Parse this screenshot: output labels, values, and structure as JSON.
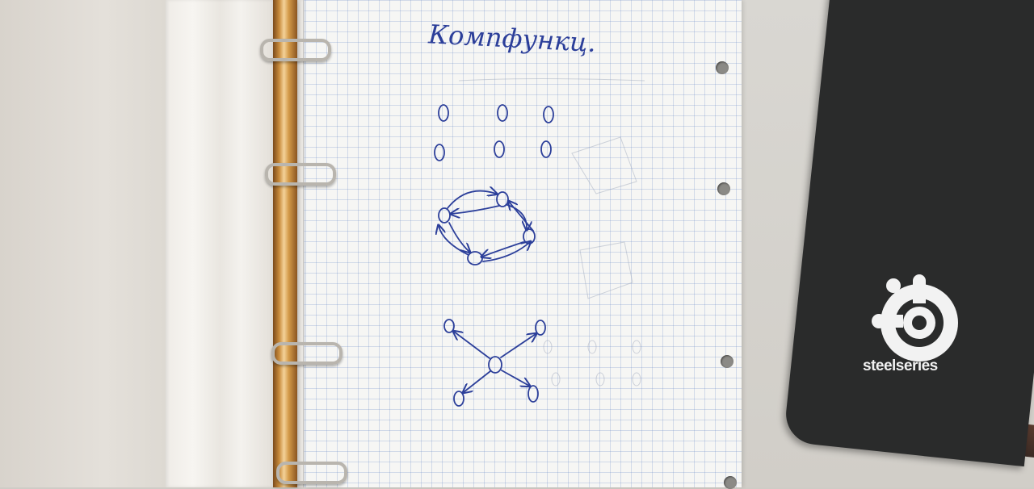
{
  "sketch": {
    "title": "Компфункц.",
    "ink_color": "#2c3f9a",
    "drawings": [
      "empty-graph-6-vertices",
      "directed-cycle-graph",
      "star-graph"
    ]
  },
  "mousepad": {
    "brand": "steelseries"
  }
}
